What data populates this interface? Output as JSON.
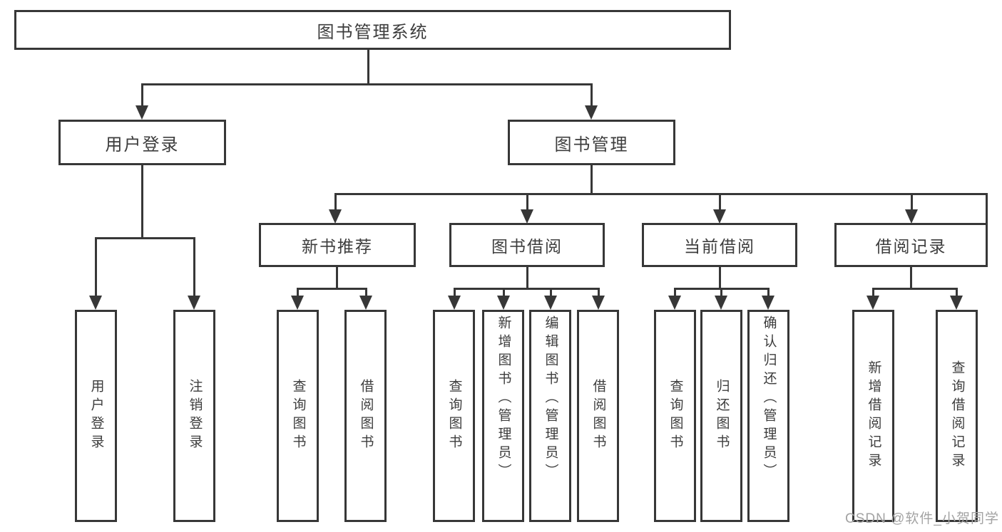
{
  "diagram": {
    "title": "图书管理系统",
    "colors": {
      "line": "#373737",
      "text": "#3d3d3d",
      "background": "#ffffff",
      "watermark": "#a3a3a3"
    },
    "watermark": "CSDN @软件_小贺同学",
    "tree": {
      "root": {
        "label": "图书管理系统",
        "children": [
          {
            "label": "用户登录",
            "children": [
              {
                "label": "用户登录"
              },
              {
                "label": "注销登录"
              }
            ]
          },
          {
            "label": "图书管理",
            "children": [
              {
                "label": "新书推荐",
                "children": [
                  {
                    "label": "查询图书"
                  },
                  {
                    "label": "借阅图书"
                  }
                ]
              },
              {
                "label": "图书借阅",
                "children": [
                  {
                    "label": "查询图书"
                  },
                  {
                    "label": "新增图书（管理员）"
                  },
                  {
                    "label": "编辑图书（管理员）"
                  },
                  {
                    "label": "借阅图书"
                  }
                ]
              },
              {
                "label": "当前借阅",
                "children": [
                  {
                    "label": "查询图书"
                  },
                  {
                    "label": "归还图书"
                  },
                  {
                    "label": "确认归还（管理员）"
                  }
                ]
              },
              {
                "label": "借阅记录",
                "children": [
                  {
                    "label": "新增借阅记录"
                  },
                  {
                    "label": "查询借阅记录"
                  }
                ]
              }
            ]
          }
        ]
      }
    }
  }
}
